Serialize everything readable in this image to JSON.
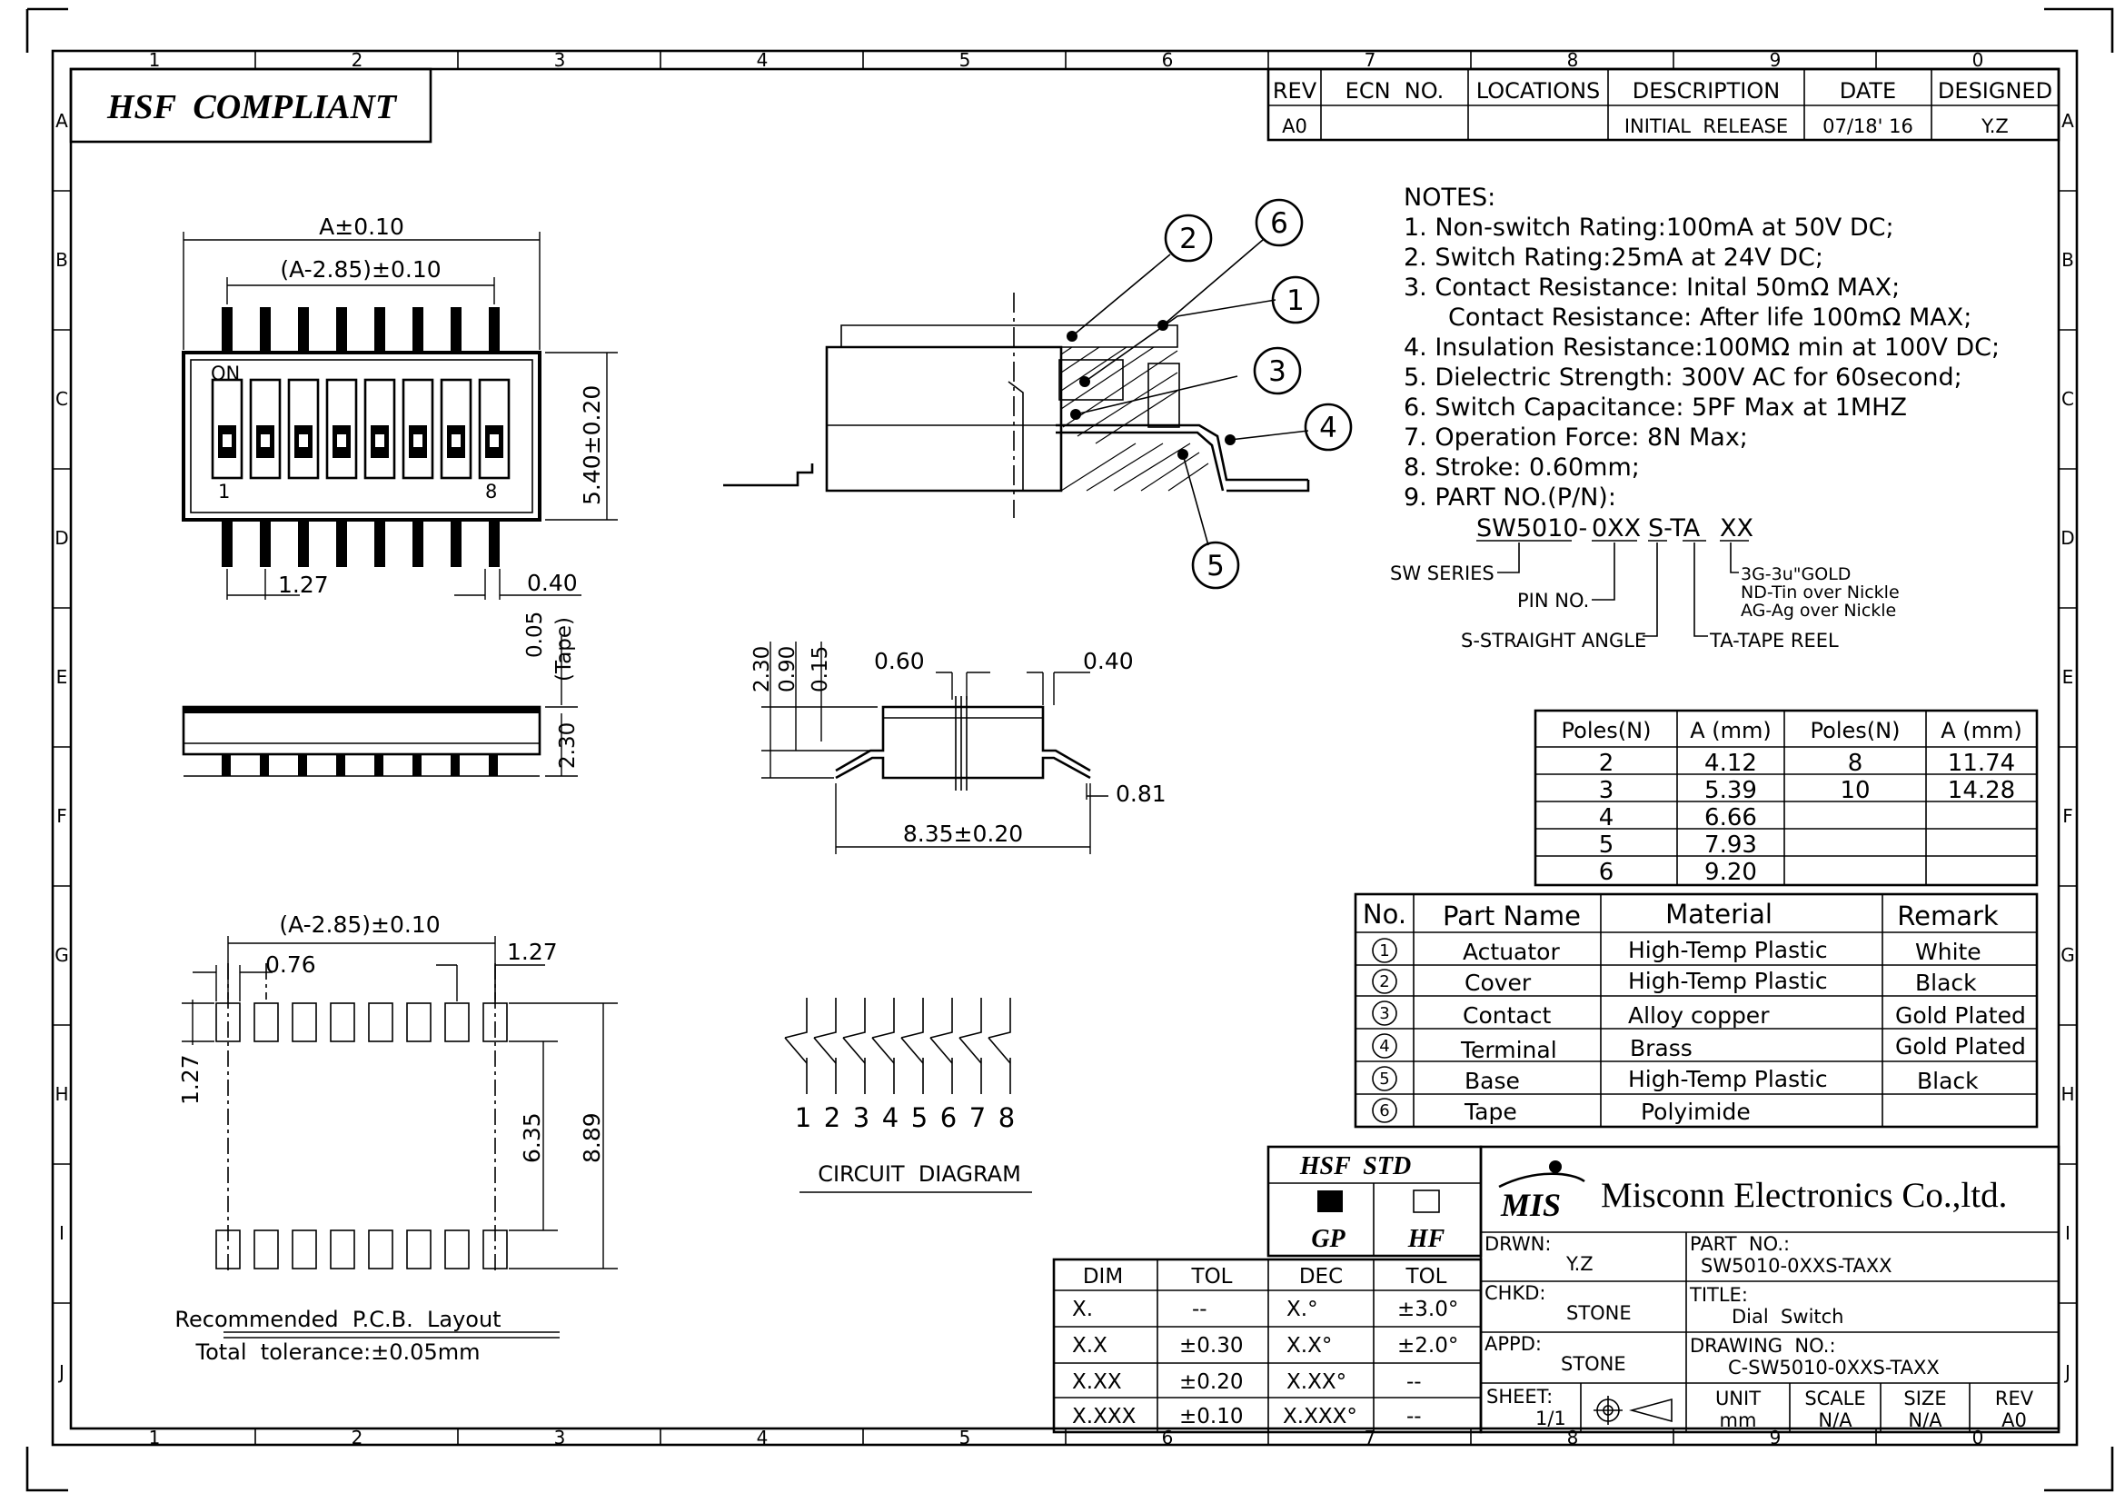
{
  "grid": {
    "columns": [
      "1",
      "2",
      "3",
      "4",
      "5",
      "6",
      "7",
      "8",
      "9",
      "0"
    ],
    "rows": [
      "A",
      "B",
      "C",
      "D",
      "E",
      "F",
      "G",
      "H",
      "I",
      "J"
    ]
  },
  "compliance_box": {
    "label": "HSF  COMPLIANT"
  },
  "revision_table": {
    "headers": [
      "REV",
      "ECN  NO.",
      "LOCATIONS",
      "DESCRIPTION",
      "DATE",
      "DESIGNED"
    ],
    "row": [
      "A0",
      "",
      "",
      "INITIAL  RELEASE",
      "07/18' 16",
      "Y.Z"
    ]
  },
  "notes": {
    "heading": "NOTES:",
    "items": [
      "1.  Non-switch  Rating:100mA  at  50V  DC;",
      "2.  Switch  Rating:25mA  at  24V  DC;",
      "3.  Contact  Resistance:  Inital  50mΩ  MAX;",
      "Contact  Resistance:  After  life  100mΩ  MAX;",
      "4.  Insulation  Resistance:100MΩ  min  at  100V  DC;",
      "5.  Dielectric  Strength:  300V  AC  for  60second;",
      "6.  Switch  Capacitance:  5PF  Max  at  1MHZ",
      "7.  Operation  Force:  8N  Max;",
      "8.  Stroke:  0.60mm;",
      "9.  PART  NO.(P/N):"
    ],
    "pn_parts": [
      "SW5010-",
      "0XX",
      "S-TA",
      "XX"
    ],
    "pn_legend": {
      "series": "SW  SERIES",
      "pin": "PIN  NO.",
      "angle": "S-STRAIGHT  ANGLE",
      "tape": "TA-TAPE  REEL",
      "plating": [
        "3G-3u\"GOLD",
        "ND-Tin  over  Nickle",
        "AG-Ag  over  Nickle"
      ]
    }
  },
  "top_view": {
    "dim_a": "A±0.10",
    "dim_a285": "(A-2.85)±0.10",
    "on_label": "ON",
    "pos_first": "1",
    "pos_last": "8",
    "height": "5.40±0.20",
    "pitch": "1.27",
    "pin_width": "0.40"
  },
  "side_view": {
    "tape": "0.05",
    "tape_label": "(Tape)",
    "height": "2.30"
  },
  "end_view": {
    "h1": "2.30",
    "h2": "0.90",
    "h3": "0.15",
    "w1": "0.60",
    "w2": "0.40",
    "foot": "0.81",
    "span": "8.35±0.20"
  },
  "pcb_layout": {
    "dim_a285": "(A-2.85)±0.10",
    "pad_w": "0.76",
    "pitch": "1.27",
    "pad_h": "1.27",
    "inner": "6.35",
    "outer": "8.89",
    "title": "Recommended  P.C.B.  Layout",
    "tolerance": "Total  tolerance:±0.05mm"
  },
  "section_callouts": [
    "1",
    "2",
    "3",
    "4",
    "5",
    "6"
  ],
  "circuit": {
    "numbers": [
      "1",
      "2",
      "3",
      "4",
      "5",
      "6",
      "7",
      "8"
    ],
    "title": "CIRCUIT  DIAGRAM"
  },
  "poles_table": {
    "headers": [
      "Poles(N)",
      "A  (mm)",
      "Poles(N)",
      "A  (mm)"
    ],
    "rows": [
      [
        "2",
        "4.12",
        "8",
        "11.74"
      ],
      [
        "3",
        "5.39",
        "10",
        "14.28"
      ],
      [
        "4",
        "6.66",
        "",
        ""
      ],
      [
        "5",
        "7.93",
        "",
        ""
      ],
      [
        "6",
        "9.20",
        "",
        ""
      ]
    ]
  },
  "parts_table": {
    "headers": [
      "No.",
      "Part  Name",
      "Material",
      "Remark"
    ],
    "rows": [
      [
        "1",
        "Actuator",
        "High-Temp  Plastic",
        "White"
      ],
      [
        "2",
        "Cover",
        "High-Temp  Plastic",
        "Black"
      ],
      [
        "3",
        "Contact",
        "Alloy  copper",
        "Gold  Plated"
      ],
      [
        "4",
        "Terminal",
        "Brass",
        "Gold  Plated"
      ],
      [
        "5",
        "Base",
        "High-Temp  Plastic",
        "Black"
      ],
      [
        "6",
        "Tape",
        "Polyimide",
        ""
      ]
    ]
  },
  "tolerance_table": {
    "headers": [
      "DIM",
      "TOL",
      "DEC",
      "TOL"
    ],
    "rows": [
      [
        "X.",
        "--",
        "X.°",
        "±3.0°"
      ],
      [
        "X.X",
        "±0.30",
        "X.X°",
        "±2.0°"
      ],
      [
        "X.XX",
        "±0.20",
        "X.XX°",
        "--"
      ],
      [
        "X.XXX",
        "±0.10",
        "X.XXX°",
        "--"
      ]
    ]
  },
  "hsf_std": {
    "title": "HSF  STD",
    "gp": "GP",
    "hf": "HF"
  },
  "title_block": {
    "logo": "MIS",
    "company": "Misconn Electronics Co.,ltd.",
    "drawn_label": "DRWN:",
    "drawn": "Y.Z",
    "checked_label": "CHKD:",
    "checked": "STONE",
    "approved_label": "APPD:",
    "approved": "STONE",
    "part_no_label": "PART  NO.:",
    "part_no": "SW5010-0XXS-TAXX",
    "title_label": "TITLE:",
    "title": "Dial  Switch",
    "drawing_no_label": "DRAWING  NO.:",
    "drawing_no": "C-SW5010-0XXS-TAXX",
    "sheet_label": "SHEET:",
    "sheet": "1/1",
    "unit_label": "UNIT",
    "unit": "mm",
    "scale_label": "SCALE",
    "scale": "N/A",
    "size_label": "SIZE",
    "size": "N/A",
    "rev_label": "REV",
    "rev": "A0"
  }
}
